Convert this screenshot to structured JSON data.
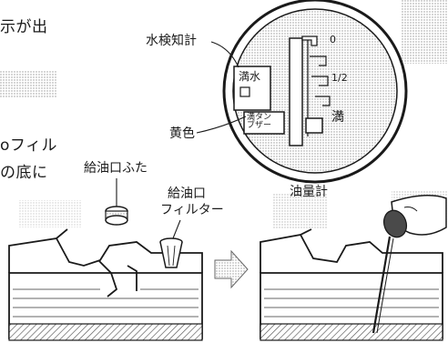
{
  "colors": {
    "ink": "#1a1a1a",
    "screen": "#cfcfcf",
    "fuel": "#ffffff",
    "hatch": "#555555"
  },
  "icons": {
    "arrow": "right-arrow-icon"
  },
  "text_fragments": [
    "示が出",
    "oフィル",
    "の底に"
  ],
  "gauge": {
    "title": "油量計",
    "marks": [
      "0",
      "1/2",
      "満"
    ],
    "window_label": "満水",
    "buzzer_label": "満タン\nブザー"
  },
  "labels": {
    "water_detector": "水検知計",
    "yellow": "黄色",
    "fuel_cap": "給油口ふた",
    "fuel_filter_line1": "給油口",
    "fuel_filter_line2": "フィルター"
  }
}
